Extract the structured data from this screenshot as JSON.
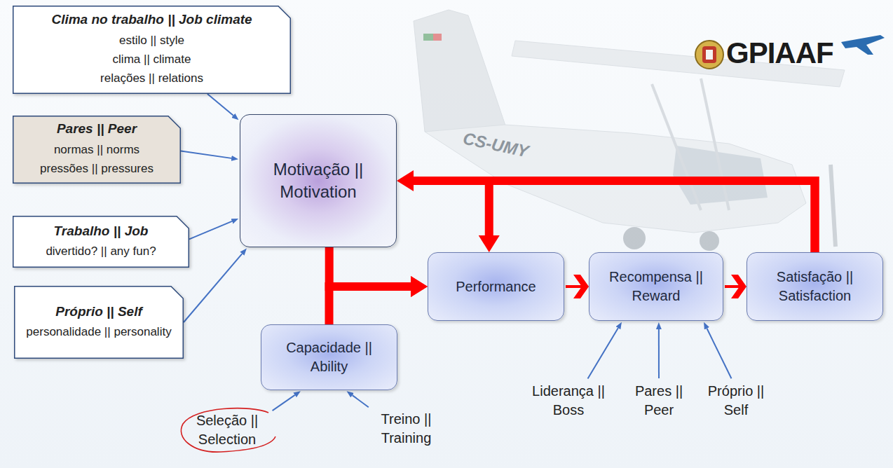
{
  "diagram": {
    "nodes": [
      {
        "text": [
          "Clima no trabalho || Job climate",
          "estilo || style",
          "clima || climate",
          "relações || relations"
        ]
      },
      {
        "text": [
          "Pares || Peer",
          "normas || norms",
          "pressões || pressures"
        ]
      },
      {
        "text": [
          "Motivação || Motivation"
        ]
      },
      {
        "text": [
          "Trabalho || Job",
          "divertido? || any fun?"
        ]
      },
      {
        "text": [
          "Próprio || Self",
          "personalidade || personality"
        ]
      },
      {
        "text": [
          "Performance"
        ]
      },
      {
        "text": [
          "Recompensa || Reward"
        ]
      },
      {
        "text": [
          "Satisfação || Satisfaction"
        ]
      },
      {
        "text": [
          "Capacidade || Ability"
        ]
      },
      {
        "text": [
          "Seleção || Selection"
        ]
      },
      {
        "text": [
          "Treino || Training"
        ]
      },
      {
        "text": [
          "Liderança || Boss"
        ]
      },
      {
        "text": [
          "Pares || Peer"
        ]
      },
      {
        "text": [
          "Próprio || Self"
        ]
      }
    ],
    "edges": [
      {
        "from": 0,
        "to": 2,
        "arrow": "to"
      },
      {
        "from": 1,
        "to": 2,
        "arrow": "to"
      },
      {
        "from": 3,
        "to": 2,
        "arrow": "to"
      },
      {
        "from": 4,
        "to": 2,
        "arrow": "to"
      },
      {
        "from": 2,
        "to": 5,
        "arrow": "to"
      },
      {
        "from": 8,
        "to": 5,
        "arrow": "to"
      },
      {
        "from": 5,
        "to": 6,
        "arrow": "to"
      },
      {
        "from": 6,
        "to": 7,
        "arrow": "to"
      },
      {
        "from": 7,
        "to": 2,
        "arrow": "to"
      },
      {
        "from": 7,
        "to": 5,
        "arrow": "to"
      },
      {
        "from": 9,
        "to": 8,
        "arrow": "to"
      },
      {
        "from": 10,
        "to": 8,
        "arrow": "to"
      },
      {
        "from": 11,
        "to": 6,
        "arrow": "to"
      },
      {
        "from": 12,
        "to": 6,
        "arrow": "to"
      },
      {
        "from": 13,
        "to": 6,
        "arrow": "to"
      }
    ],
    "labels": [
      "GPIAAF",
      "CS-UMY"
    ]
  }
}
